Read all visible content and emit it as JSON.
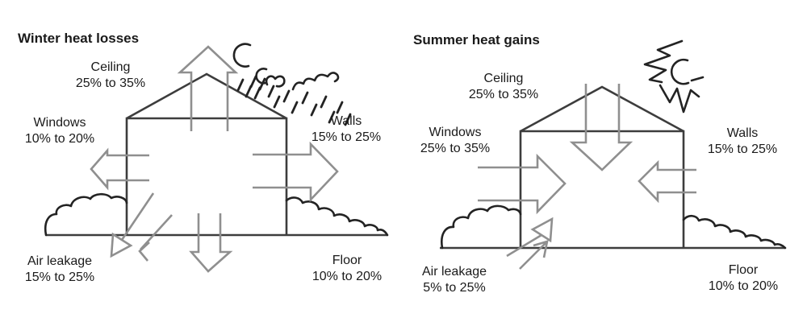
{
  "colors": {
    "background": "#ffffff",
    "outline": "#3d3d3d",
    "sketch": "#232323",
    "arrow": "#8f8f8f",
    "text": "#1a1a1a"
  },
  "panels": [
    {
      "title": "Winter heat losses",
      "weather_icon": "rain-cloud-icon",
      "heat_flow": "outward",
      "labels": {
        "ceiling": {
          "name": "Ceiling",
          "range": "25% to 35%"
        },
        "windows": {
          "name": "Windows",
          "range": "10% to 20%"
        },
        "walls": {
          "name": "Walls",
          "range": "15% to 25%"
        },
        "air_leakage": {
          "name": "Air leakage",
          "range": "15% to 25%"
        },
        "floor": {
          "name": "Floor",
          "range": "10% to 20%"
        }
      }
    },
    {
      "title": "Summer heat gains",
      "weather_icon": "sun-icon",
      "heat_flow": "inward",
      "labels": {
        "ceiling": {
          "name": "Ceiling",
          "range": "25% to 35%"
        },
        "windows": {
          "name": "Windows",
          "range": "25% to 35%"
        },
        "walls": {
          "name": "Walls",
          "range": "15% to 25%"
        },
        "air_leakage": {
          "name": "Air leakage",
          "range": "5% to 25%"
        },
        "floor": {
          "name": "Floor",
          "range": "10% to 20%"
        }
      }
    }
  ]
}
